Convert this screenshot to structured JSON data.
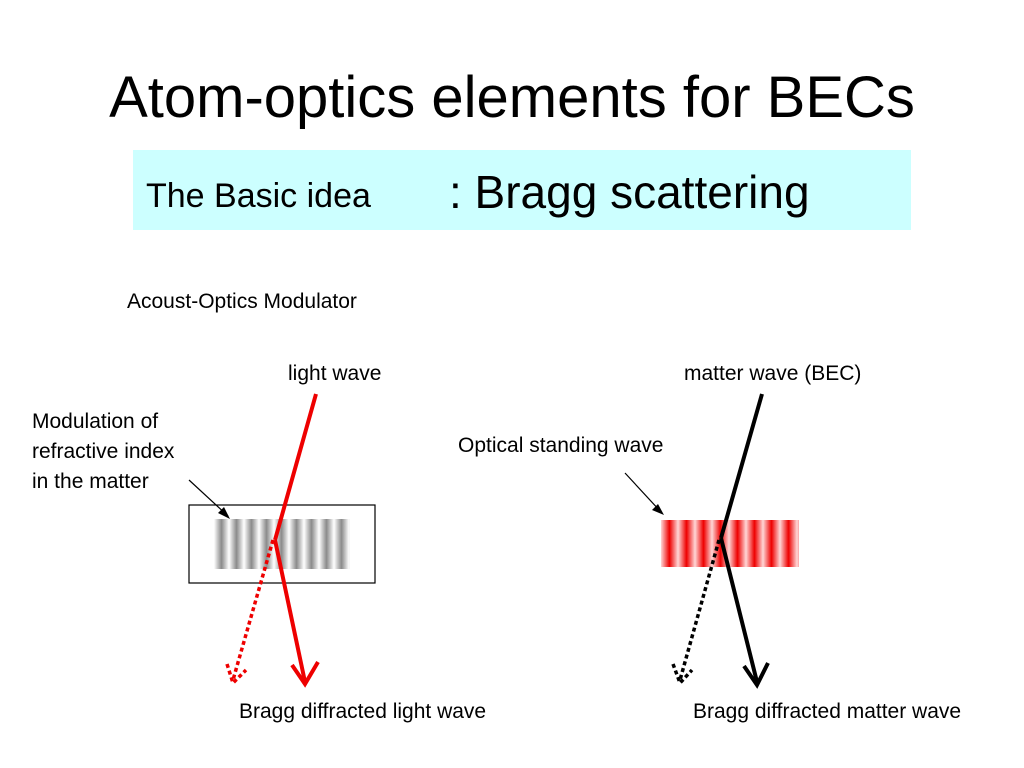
{
  "slide": {
    "title": "Atom-optics elements for BECs",
    "subtitle_prefix": "The Basic idea",
    "subtitle_main": ": Bragg scattering"
  },
  "left_panel": {
    "heading": "Acoust-Optics Modulator",
    "incoming_label": "light wave",
    "annotation_lines": [
      "Modulation of",
      "refractive index",
      "in the matter"
    ],
    "outgoing_label": "Bragg diffracted light wave",
    "beam_color": "#ee0000",
    "grating_color": "#888888"
  },
  "right_panel": {
    "incoming_label": "matter wave (BEC)",
    "annotation": "Optical standing wave",
    "outgoing_label": "Bragg diffracted matter wave",
    "beam_color": "#000000",
    "grating_color": "#ee0000"
  }
}
